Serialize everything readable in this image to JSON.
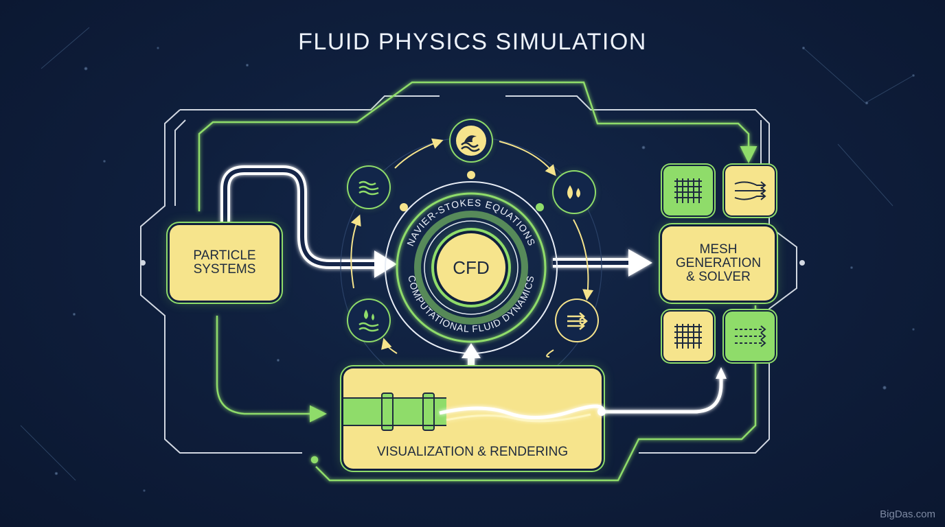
{
  "title": "FLUID PHYSICS SIMULATION",
  "nodes": {
    "particle_systems": {
      "line1": "PARTICLE",
      "line2": "SYSTEMS"
    },
    "cfd": {
      "core": "CFD",
      "top_arc": "NAVIER-STOKES EQUATIONS",
      "bottom_arc": "COMPUTATIONAL FLUID DYNAMICS"
    },
    "mesh": {
      "line1": "MESH",
      "line2": "GENERATION",
      "line3": "& SOLVER"
    },
    "visualization": {
      "label": "VISUALIZATION & RENDERING"
    }
  },
  "icons": {
    "orbit": [
      "wave-icon",
      "water-droplets-icon",
      "flow-arrows-icon",
      "droplet-wave-icon",
      "ripples-icon"
    ],
    "tiles": [
      "mesh-grid-icon",
      "streamline-icon",
      "mesh-grid-icon",
      "dashed-flow-icon"
    ]
  },
  "colors": {
    "background": "#0f1f3d",
    "accent_green": "#8fdc6a",
    "box_yellow": "#f6e48c",
    "arrow_white": "#ffffff"
  },
  "watermark": "BigDas.com"
}
